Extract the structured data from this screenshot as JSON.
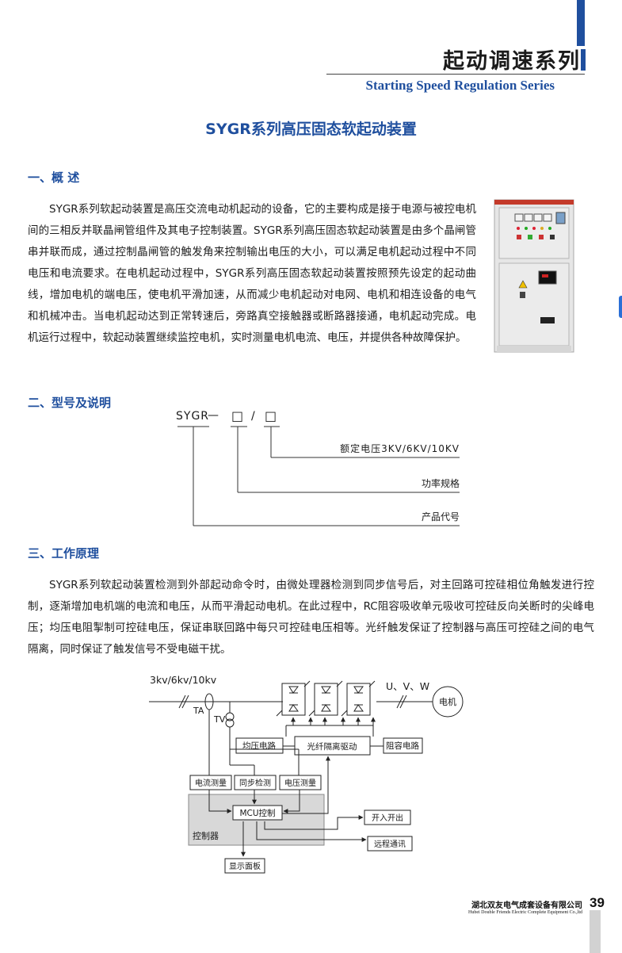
{
  "header": {
    "series_title": "起动调速系列",
    "series_en": "Starting Speed Regulation Series"
  },
  "main_title": "SYGR系列高压固态软起动装置",
  "sections": {
    "overview": {
      "title": "一、概 述",
      "text": "SYGR系列软起动装置是高压交流电动机起动的设备，它的主要构成是接于电源与被控电机间的三相反并联晶闸管组件及其电子控制装置。SYGR系列高压固态软起动装置是由多个晶闸管串并联而成，通过控制晶闸管的触发角来控制输出电压的大小，可以满足电机起动过程中不同电压和电流要求。在电机起动过程中，SYGR系列高压固态软起动装置按照预先设定的起动曲线，增加电机的端电压，使电机平滑加速，从而减少电机起动对电网、电机和相连设备的电气和机械冲击。当电机起动达到正常转速后，旁路真空接触器或断路器接通，电机起动完成。电机运行过程中，软起动装置继续监控电机，实时测量电机电流、电压，并提供各种故障保护。"
    },
    "model": {
      "title": "二、型号及说明",
      "code_prefix": "SYGR",
      "code_dash": "—",
      "code_box": "□",
      "code_slash": "/",
      "labels": [
        "额定电压3KV/6KV/10KV",
        "功率规格",
        "产品代号"
      ]
    },
    "principle": {
      "title": "三、工作原理",
      "text": "SYGR系列软起动装置检测到外部起动命令时，由微处理器检测到同步信号后，对主回路可控硅相位角触发进行控制，逐渐增加电机端的电流和电压，从而平滑起动电机。在此过程中，RC阻容吸收单元吸收可控硅反向关断时的尖峰电压；均压电阻掣制可控硅电压，保证串联回路中每只可控硅电压相等。光纤触发保证了控制器与高压可控硅之间的电气隔离，同时保证了触发信号不受电磁干扰。"
    }
  },
  "diagram": {
    "supply": "3kv/6kv/10kv",
    "ta": "TA",
    "tv": "TV",
    "uvw": "U、V、W",
    "motor": "电机",
    "voltage_balance": "均压电路",
    "fiber_drive": "光纤隔离驱动",
    "rc_circuit": "阻容电路",
    "current_meas": "电流测量",
    "sync_detect": "同步检测",
    "voltage_meas": "电压测量",
    "mcu": "MCU控制",
    "controller": "控制器",
    "io": "开入开出",
    "remote": "远程通讯",
    "display": "显示面板"
  },
  "footer": {
    "company_cn": "湖北双友电气成套设备有限公司",
    "page_num": "39",
    "company_en": "Hubei Double Friends Electric Complete Equipment Co.,ltd"
  },
  "colors": {
    "accent_blue": "#1f4f9e",
    "controller_gray": "#d8d8d8",
    "cabinet_gray": "#e4e4e4"
  }
}
